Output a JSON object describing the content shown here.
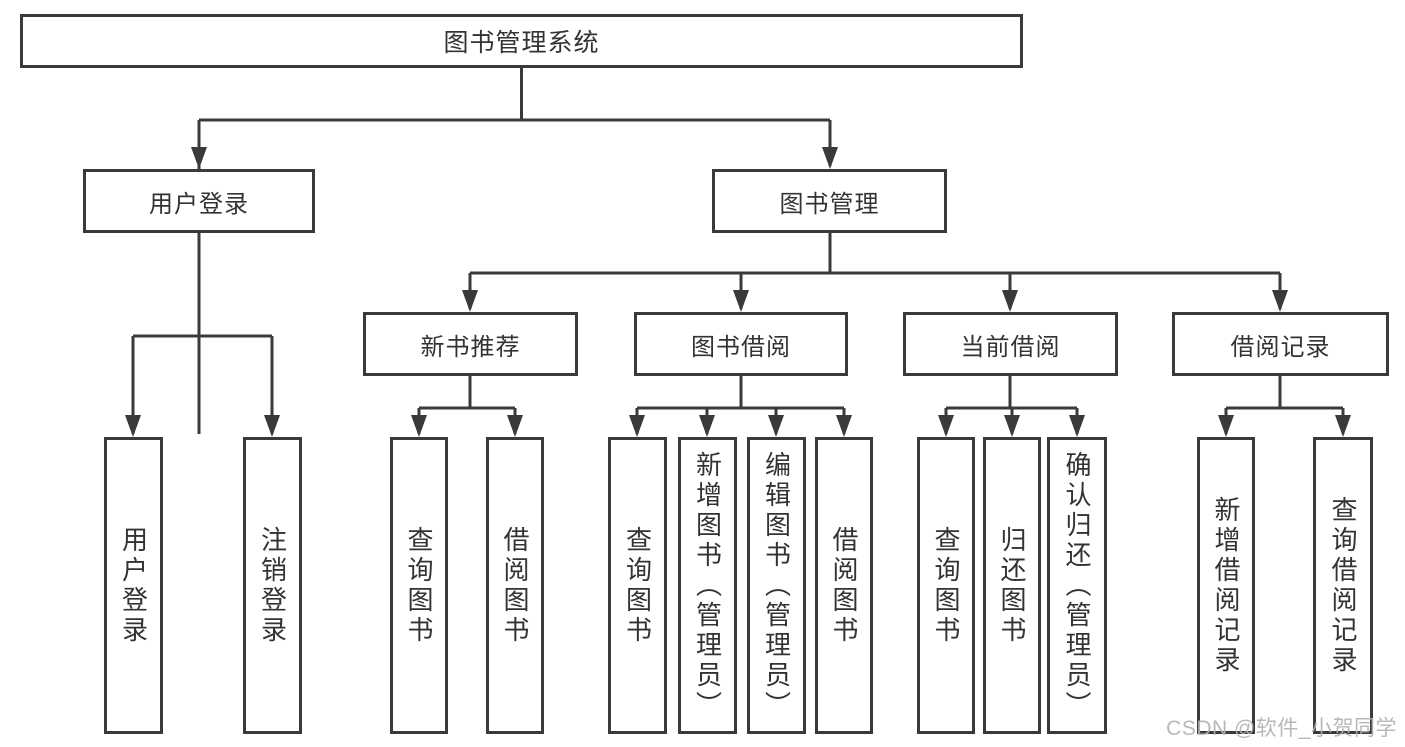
{
  "tree": {
    "label": "图书管理系统",
    "children": [
      {
        "label": "用户登录",
        "children": [
          "用户登录",
          "注销登录"
        ]
      },
      {
        "label": "图书管理",
        "children": [
          {
            "label": "新书推荐",
            "children": [
              "查询图书",
              "借阅图书"
            ]
          },
          {
            "label": "图书借阅",
            "children": [
              "查询图书",
              "新增图书（管理员）",
              "编辑图书（管理员）",
              "借阅图书"
            ]
          },
          {
            "label": "当前借阅",
            "children": [
              "查询图书",
              "归还图书",
              "确认归还（管理员）"
            ]
          },
          {
            "label": "借阅记录",
            "children": [
              "新增借阅记录",
              "查询借阅记录"
            ]
          }
        ]
      }
    ]
  },
  "watermark": {
    "text": "CSDN @软件_小贺同学"
  },
  "colors": {
    "line": "#3a3a3a",
    "text": "#333333",
    "watermark": "#b3b3b3",
    "background": "#ffffff"
  }
}
